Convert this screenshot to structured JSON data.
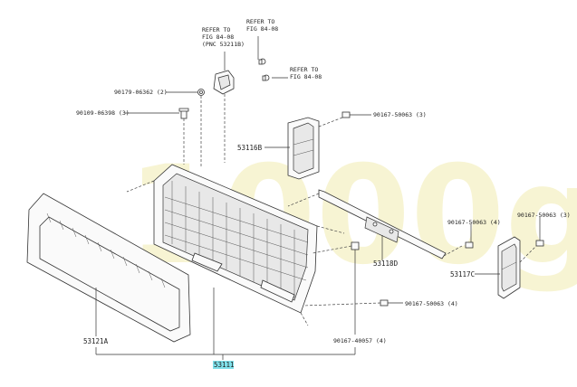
{
  "watermark": "1000g",
  "labels": {
    "refer_left": [
      "REFER TO",
      "FIG 84-08",
      "(PNC 53211B)"
    ],
    "refer_mid": [
      "REFER TO",
      "FIG 84-08"
    ],
    "refer_right": [
      "REFER TO",
      "FIG 84-08"
    ],
    "p90179": "90179-06362 (2)",
    "p90109": "90109-06398 (3)",
    "p90167_top": "90167-50063 (3)",
    "p53116B": "53116B",
    "p53118D": "53118D",
    "p90167_mid": "90167-50063 (4)",
    "p90167_right": "90167-50063 (3)",
    "p53117C": "53117C",
    "p90167_low": "90167-50063 (4)",
    "p90167_40057": "90167-40057 (4)",
    "p53121A": "53121A",
    "p53111": "53111"
  }
}
